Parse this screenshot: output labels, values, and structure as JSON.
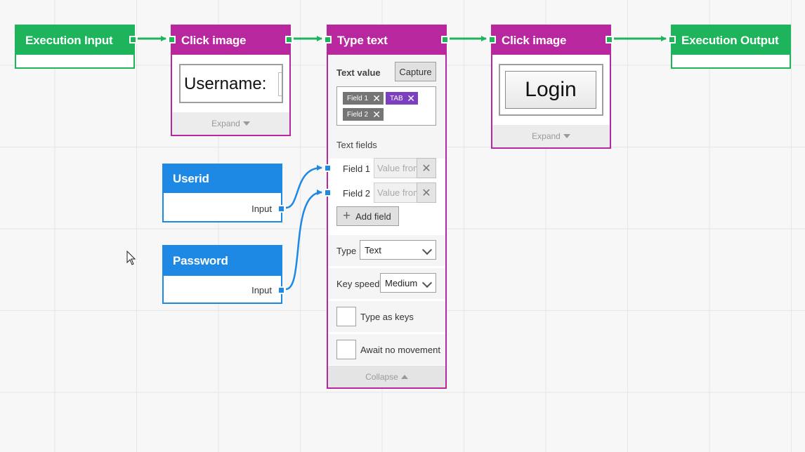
{
  "nodes": {
    "exec_input": {
      "title": "Execution Input"
    },
    "click_image_1": {
      "title": "Click image",
      "image_text": "Username:",
      "expand_label": "Expand"
    },
    "type_text": {
      "title": "Type text",
      "text_value_label": "Text value",
      "capture_label": "Capture",
      "tokens": [
        "Field 1",
        "TAB",
        "Field 2"
      ],
      "text_fields_label": "Text fields",
      "fields": [
        {
          "label": "Field 1",
          "placeholder": "Value from"
        },
        {
          "label": "Field 2",
          "placeholder": "Value from"
        }
      ],
      "add_field_label": "Add field",
      "type_label": "Type",
      "type_value": "Text",
      "key_speed_label": "Key speed",
      "key_speed_value": "Medium",
      "type_as_keys_label": "Type as keys",
      "await_no_movement_label": "Await no movement",
      "collapse_label": "Collapse"
    },
    "click_image_2": {
      "title": "Click image",
      "image_text": "Login",
      "expand_label": "Expand"
    },
    "exec_output": {
      "title": "Execution Output"
    },
    "userid": {
      "title": "Userid",
      "port_label": "Input"
    },
    "password": {
      "title": "Password",
      "port_label": "Input"
    }
  },
  "colors": {
    "execution": "#1db45c",
    "action": "#b8279e",
    "variable": "#1e88e5",
    "token_field": "#757575",
    "token_key": "#7b3fbf"
  },
  "icons": {
    "close": "close-icon",
    "add": "plus-icon",
    "dropdown": "chevron-down-icon",
    "expand": "caret-down-icon",
    "collapse": "caret-up-icon",
    "cursor": "mouse-pointer-icon"
  }
}
